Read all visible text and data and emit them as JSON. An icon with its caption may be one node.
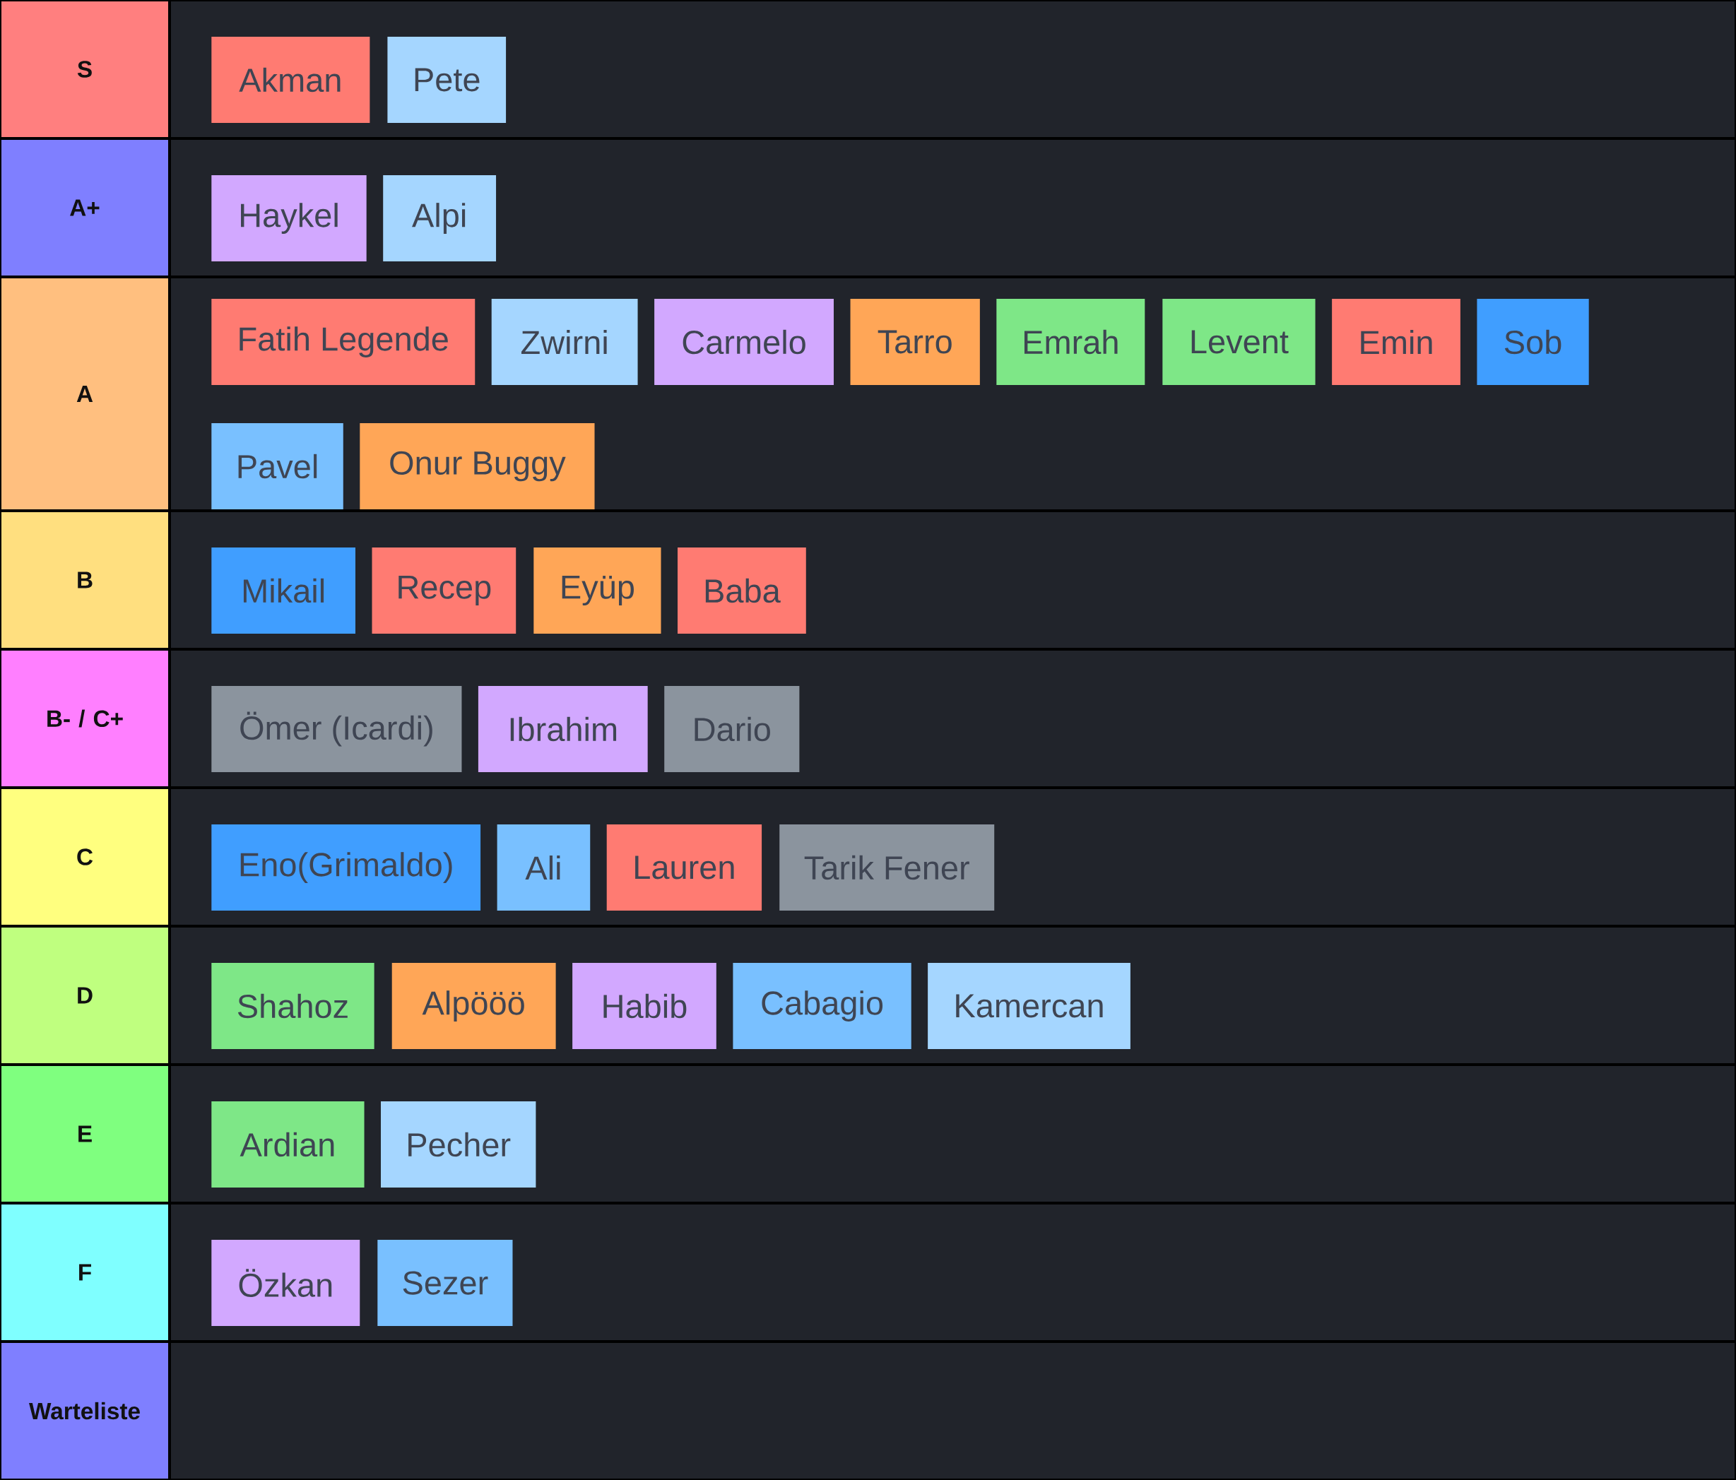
{
  "diagram": {
    "nodes": [
      {
        "text": [
          "S"
        ]
      },
      {
        "text": [
          "Akman"
        ],
        "in": 0
      },
      {
        "text": [
          "Pete"
        ],
        "in": 0
      },
      {
        "text": [
          "A+"
        ]
      },
      {
        "text": [
          "Haykel"
        ],
        "in": 3
      },
      {
        "text": [
          "Alpi"
        ],
        "in": 3
      },
      {
        "text": [
          "A"
        ]
      },
      {
        "text": [
          "Fatih Legende"
        ],
        "in": 6
      },
      {
        "text": [
          "Zwirni"
        ],
        "in": 6
      },
      {
        "text": [
          "Carmelo"
        ],
        "in": 6
      },
      {
        "text": [
          "Tarro"
        ],
        "in": 6
      },
      {
        "text": [
          "Emrah"
        ],
        "in": 6
      },
      {
        "text": [
          "Levent"
        ],
        "in": 6
      },
      {
        "text": [
          "Emin"
        ],
        "in": 6
      },
      {
        "text": [
          "Sob"
        ],
        "in": 6
      },
      {
        "text": [
          "Pavel"
        ],
        "in": 6
      },
      {
        "text": [
          "Onur Buggy"
        ],
        "in": 6
      },
      {
        "text": [
          "B"
        ]
      },
      {
        "text": [
          "Mikail"
        ],
        "in": 17
      },
      {
        "text": [
          "Recep"
        ],
        "in": 17
      },
      {
        "text": [
          "Eyüp"
        ],
        "in": 17
      },
      {
        "text": [
          "Baba"
        ],
        "in": 17
      },
      {
        "text": [
          "B- / C+"
        ]
      },
      {
        "text": [
          "Ömer (Icardi)"
        ],
        "in": 22
      },
      {
        "text": [
          "Ibrahim"
        ],
        "in": 22
      },
      {
        "text": [
          "Dario"
        ],
        "in": 22
      },
      {
        "text": [
          "C"
        ]
      },
      {
        "text": [
          "Eno(Grimaldo)"
        ],
        "in": 26
      },
      {
        "text": [
          "Ali"
        ],
        "in": 26
      },
      {
        "text": [
          "Lauren"
        ],
        "in": 26
      },
      {
        "text": [
          "Tarik Fener"
        ],
        "in": 26
      },
      {
        "text": [
          "D"
        ]
      },
      {
        "text": [
          "Shahoz"
        ],
        "in": 31
      },
      {
        "text": [
          "Alpööö"
        ],
        "in": 31
      },
      {
        "text": [
          "Habib"
        ],
        "in": 31
      },
      {
        "text": [
          "Cabagio"
        ],
        "in": 31
      },
      {
        "text": [
          "Kamercan"
        ],
        "in": 31
      },
      {
        "text": [
          "E"
        ]
      },
      {
        "text": [
          "Ardian"
        ],
        "in": 37
      },
      {
        "text": [
          "Pecher"
        ],
        "in": 37
      },
      {
        "text": [
          "F"
        ]
      },
      {
        "text": [
          "Özkan"
        ],
        "in": 40
      },
      {
        "text": [
          "Sezer"
        ],
        "in": 40
      },
      {
        "text": [
          "Warteliste"
        ]
      }
    ]
  }
}
